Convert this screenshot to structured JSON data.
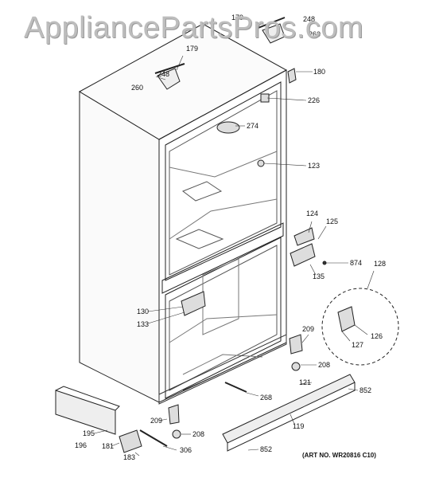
{
  "watermark": "AppliancePartsPros.com",
  "art_number": "(ART NO. WR20816 C10)",
  "callouts": [
    "179",
    "248",
    "260",
    "180",
    "226",
    "274",
    "123",
    "124",
    "125",
    "874",
    "135",
    "128",
    "130",
    "133",
    "126",
    "127",
    "209",
    "208",
    "121",
    "268",
    "852",
    "119",
    "195",
    "196",
    "181",
    "183",
    "306",
    "852",
    "209",
    "208",
    "248",
    "179",
    "260"
  ]
}
